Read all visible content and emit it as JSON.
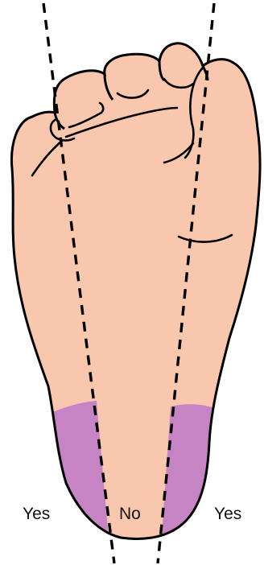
{
  "labels": {
    "left": "Yes",
    "middle": "No",
    "right": "Yes"
  },
  "colors": {
    "skin": "#f9c7ae",
    "zone": "#c684c4",
    "outline": "#000000",
    "background": "#ffffff"
  }
}
